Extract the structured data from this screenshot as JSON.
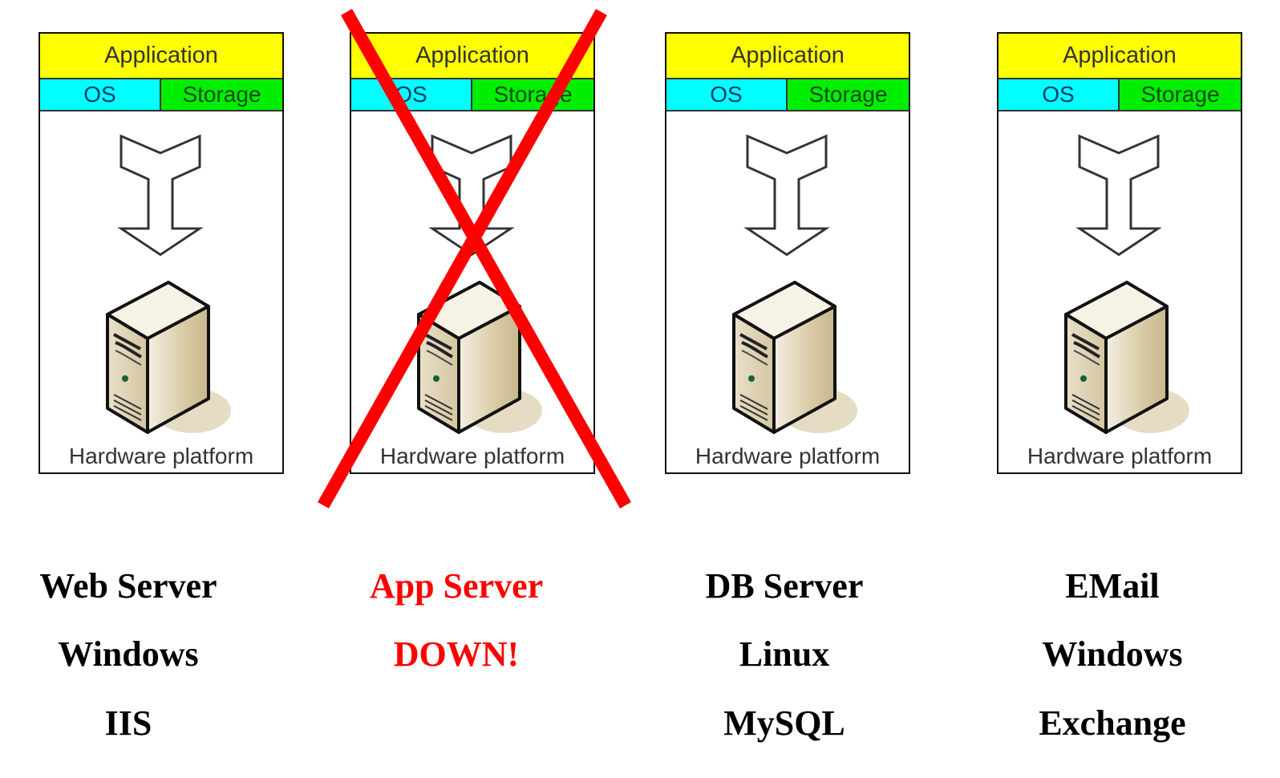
{
  "panels": [
    {
      "app": "Application",
      "os": "OS",
      "storage": "Storage",
      "hardware": "Hardware platform"
    },
    {
      "app": "Application",
      "os": "OS",
      "storage": "Storage",
      "hardware": "Hardware platform"
    },
    {
      "app": "Application",
      "os": "OS",
      "storage": "Storage",
      "hardware": "Hardware platform"
    },
    {
      "app": "Application",
      "os": "OS",
      "storage": "Storage",
      "hardware": "Hardware platform"
    }
  ],
  "captions": [
    {
      "role": "Web Server",
      "os": "Windows",
      "software": "IIS"
    },
    {
      "role": "App Server",
      "status": "DOWN!"
    },
    {
      "role": "DB Server",
      "os": "Linux",
      "software": "MySQL"
    },
    {
      "role": "EMail",
      "os": "Windows",
      "software": "Exchange"
    }
  ],
  "icons": {
    "arrow": "down-arrow-icon",
    "server": "server-tower-icon",
    "failure": "red-x-icon"
  },
  "colors": {
    "application": "#ffff00",
    "os": "#00ffff",
    "storage": "#00ee00",
    "down": "#ff0000"
  }
}
